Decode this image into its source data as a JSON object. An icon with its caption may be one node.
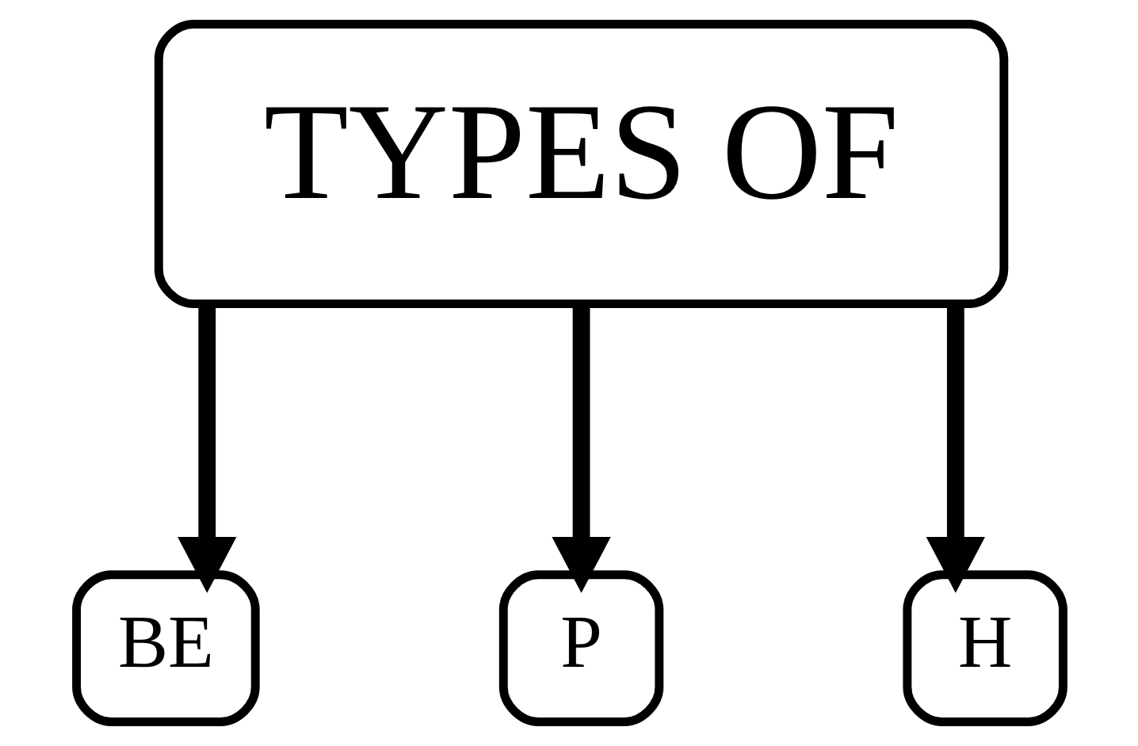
{
  "diagram": {
    "nodes": [
      {
        "text": [
          "TYPES OF"
        ]
      },
      {
        "text": [
          "BE"
        ]
      },
      {
        "text": [
          "P"
        ]
      },
      {
        "text": [
          "H"
        ]
      }
    ],
    "edges": [
      {
        "from": 0,
        "to": 1,
        "arrow": "to"
      },
      {
        "from": 0,
        "to": 2,
        "arrow": "to"
      },
      {
        "from": 0,
        "to": 3,
        "arrow": "to"
      }
    ]
  }
}
